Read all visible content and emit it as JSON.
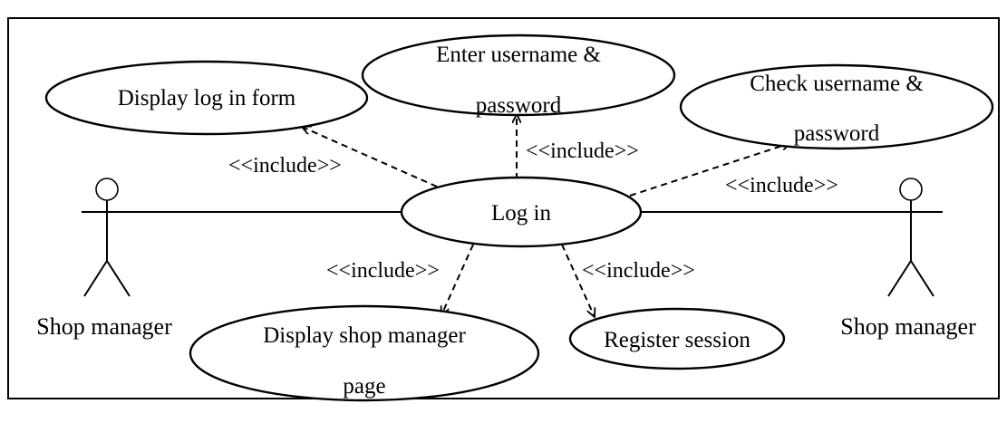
{
  "diagram": {
    "type": "use-case",
    "central_use_case": "Log in",
    "use_cases": {
      "display_login_form": "Display  log in form",
      "enter_credentials": [
        "Enter username &",
        "password"
      ],
      "check_credentials": [
        "Check username &",
        "password"
      ],
      "display_manager_page": [
        "Display  shop manager",
        "page"
      ],
      "register_session": "Register session"
    },
    "actors": {
      "left": "Shop  manager",
      "right": "Shop  manager"
    },
    "relation_label": "<<include>>"
  }
}
